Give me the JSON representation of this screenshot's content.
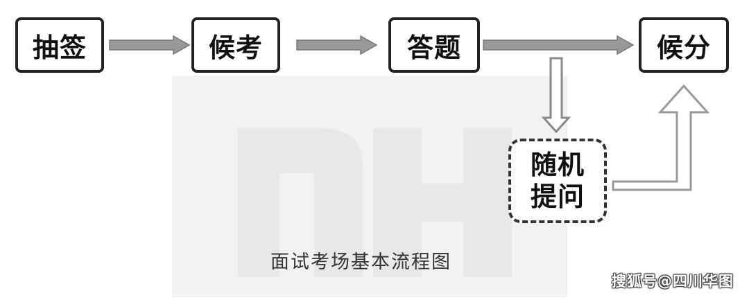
{
  "flow": {
    "steps": [
      "抽签",
      "候考",
      "答题",
      "候分"
    ],
    "branch_line1": "随机",
    "branch_line2": "提问"
  },
  "caption": "面试考场基本流程图",
  "source": "搜狐号@四川华图"
}
